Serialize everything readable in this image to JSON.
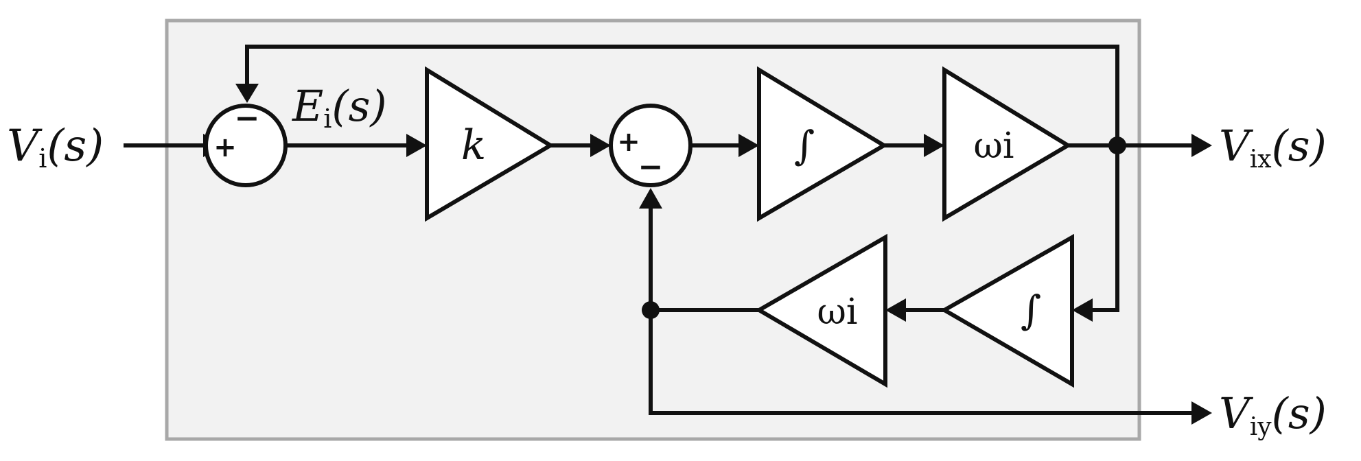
{
  "colors": {
    "stroke": "#111111",
    "panel_fill": "#f2f2f2",
    "panel_border": "#a8a8a8",
    "block_fill": "#ffffff",
    "background": "#ffffff"
  },
  "labels": {
    "input": {
      "main": "V",
      "sub": "i",
      "arg": "(s)"
    },
    "error": {
      "main": "E",
      "sub": "i",
      "arg": "(s)"
    },
    "output_x": {
      "main": "V",
      "sub": "ix",
      "arg": "(s)"
    },
    "output_y": {
      "main": "V",
      "sub": "iy",
      "arg": "(s)"
    }
  },
  "blocks": {
    "gain_k": "k",
    "integrator_top": "∫",
    "gain_omega_top": "ωi",
    "integrator_bottom": "∫",
    "gain_omega_bottom": "ωi"
  },
  "sum_signs": {
    "sum1_plus": "+",
    "sum1_minus": "−",
    "sum2_plus": "+",
    "sum2_minus": "−"
  }
}
